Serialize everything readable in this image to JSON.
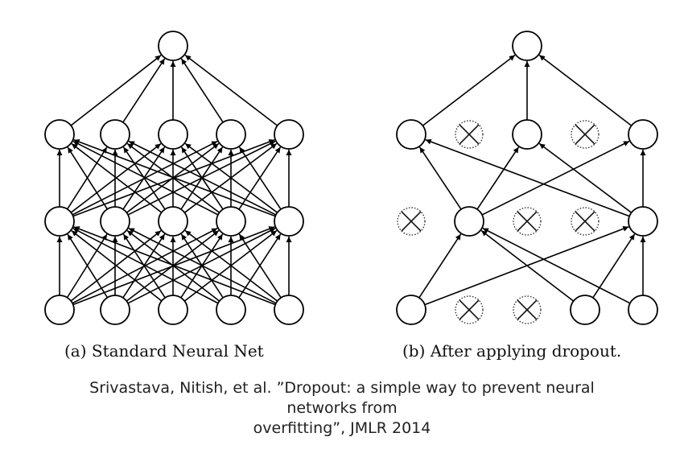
{
  "panel_a": {
    "caption": "(a) Standard Neural Net",
    "layers": [
      5,
      5,
      5,
      1
    ]
  },
  "panel_b": {
    "caption": "(b) After applying dropout.",
    "dropped": {
      "input": [
        1,
        2
      ],
      "hidden1": [
        0,
        2,
        3
      ],
      "hidden2": [
        1,
        3
      ]
    }
  },
  "citation": {
    "line1": "Srivastava, Nitish, et al. ”Dropout: a simple way to prevent neural",
    "line2": "networks from",
    "line3": "overfitting”, JMLR 2014"
  },
  "colors": {
    "stroke": "#000000",
    "background": "#ffffff"
  },
  "icons": {
    "dropped_unit": "crossed-circle-icon",
    "unit": "circle-node-icon"
  }
}
